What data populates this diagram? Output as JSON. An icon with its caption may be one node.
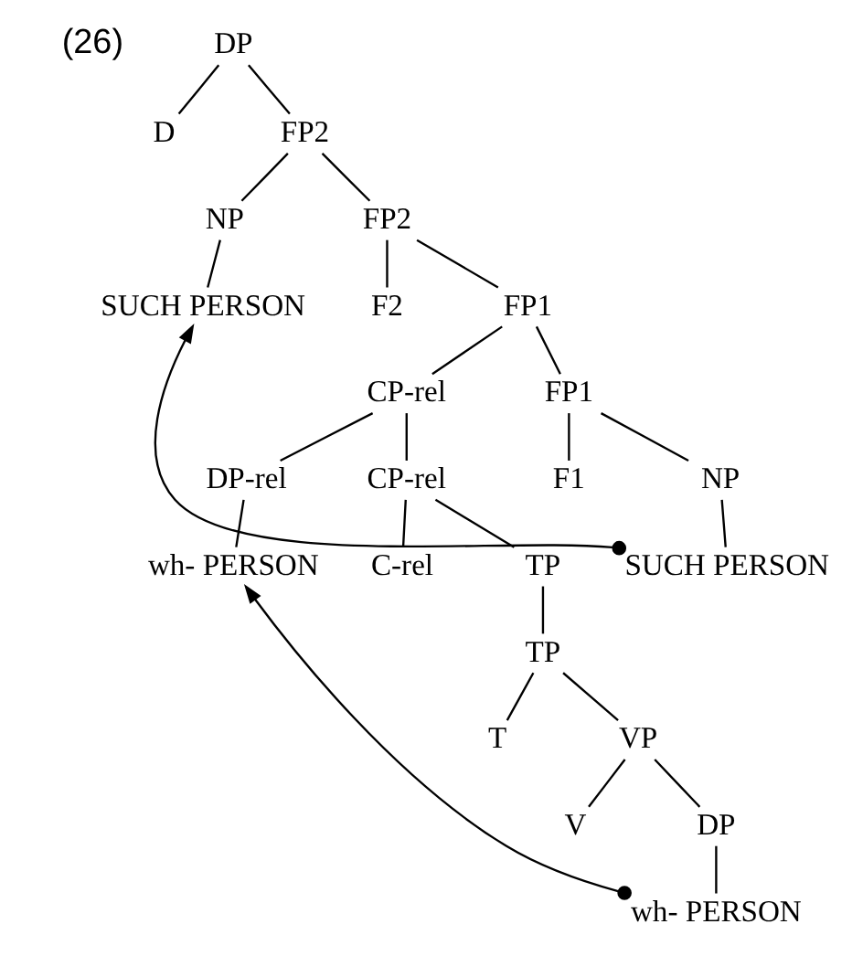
{
  "diagram": {
    "nodes": [
      {
        "text": [
          "DP"
        ]
      },
      {
        "text": [
          "D"
        ]
      },
      {
        "text": [
          "FP2"
        ]
      },
      {
        "text": [
          "NP"
        ]
      },
      {
        "text": [
          "FP2"
        ]
      },
      {
        "text": [
          "SUCH PERSON"
        ]
      },
      {
        "text": [
          "F2"
        ]
      },
      {
        "text": [
          "FP1"
        ]
      },
      {
        "text": [
          "CP-rel"
        ]
      },
      {
        "text": [
          "FP1"
        ]
      },
      {
        "text": [
          "DP-rel"
        ]
      },
      {
        "text": [
          "CP-rel"
        ]
      },
      {
        "text": [
          "F1"
        ]
      },
      {
        "text": [
          "NP"
        ]
      },
      {
        "text": [
          "wh- PERSON"
        ]
      },
      {
        "text": [
          "C-rel"
        ]
      },
      {
        "text": [
          "TP"
        ]
      },
      {
        "text": [
          "SUCH PERSON"
        ]
      },
      {
        "text": [
          "TP"
        ]
      },
      {
        "text": [
          "T"
        ]
      },
      {
        "text": [
          "VP"
        ]
      },
      {
        "text": [
          "V"
        ]
      },
      {
        "text": [
          "DP"
        ]
      },
      {
        "text": [
          "wh- PERSON"
        ]
      }
    ],
    "edges": [
      {
        "from": 0,
        "to": 1,
        "arrow": "none"
      },
      {
        "from": 0,
        "to": 2,
        "arrow": "none"
      },
      {
        "from": 2,
        "to": 3,
        "arrow": "none"
      },
      {
        "from": 2,
        "to": 4,
        "arrow": "none"
      },
      {
        "from": 3,
        "to": 5,
        "arrow": "none"
      },
      {
        "from": 4,
        "to": 6,
        "arrow": "none"
      },
      {
        "from": 4,
        "to": 7,
        "arrow": "none"
      },
      {
        "from": 7,
        "to": 8,
        "arrow": "none"
      },
      {
        "from": 7,
        "to": 9,
        "arrow": "none"
      },
      {
        "from": 8,
        "to": 10,
        "arrow": "none"
      },
      {
        "from": 8,
        "to": 11,
        "arrow": "none"
      },
      {
        "from": 9,
        "to": 12,
        "arrow": "none"
      },
      {
        "from": 9,
        "to": 13,
        "arrow": "none"
      },
      {
        "from": 10,
        "to": 14,
        "arrow": "none"
      },
      {
        "from": 11,
        "to": 15,
        "arrow": "none"
      },
      {
        "from": 11,
        "to": 16,
        "arrow": "none"
      },
      {
        "from": 13,
        "to": 17,
        "arrow": "none"
      },
      {
        "from": 16,
        "to": 18,
        "arrow": "none"
      },
      {
        "from": 18,
        "to": 19,
        "arrow": "none"
      },
      {
        "from": 18,
        "to": 20,
        "arrow": "none"
      },
      {
        "from": 20,
        "to": 21,
        "arrow": "none"
      },
      {
        "from": 20,
        "to": 22,
        "arrow": "none"
      },
      {
        "from": 22,
        "to": 23,
        "arrow": "none"
      },
      {
        "from": 17,
        "to": 5,
        "arrow": "to"
      },
      {
        "from": 23,
        "to": 14,
        "arrow": "to"
      }
    ],
    "labels": [
      "(26)"
    ]
  }
}
